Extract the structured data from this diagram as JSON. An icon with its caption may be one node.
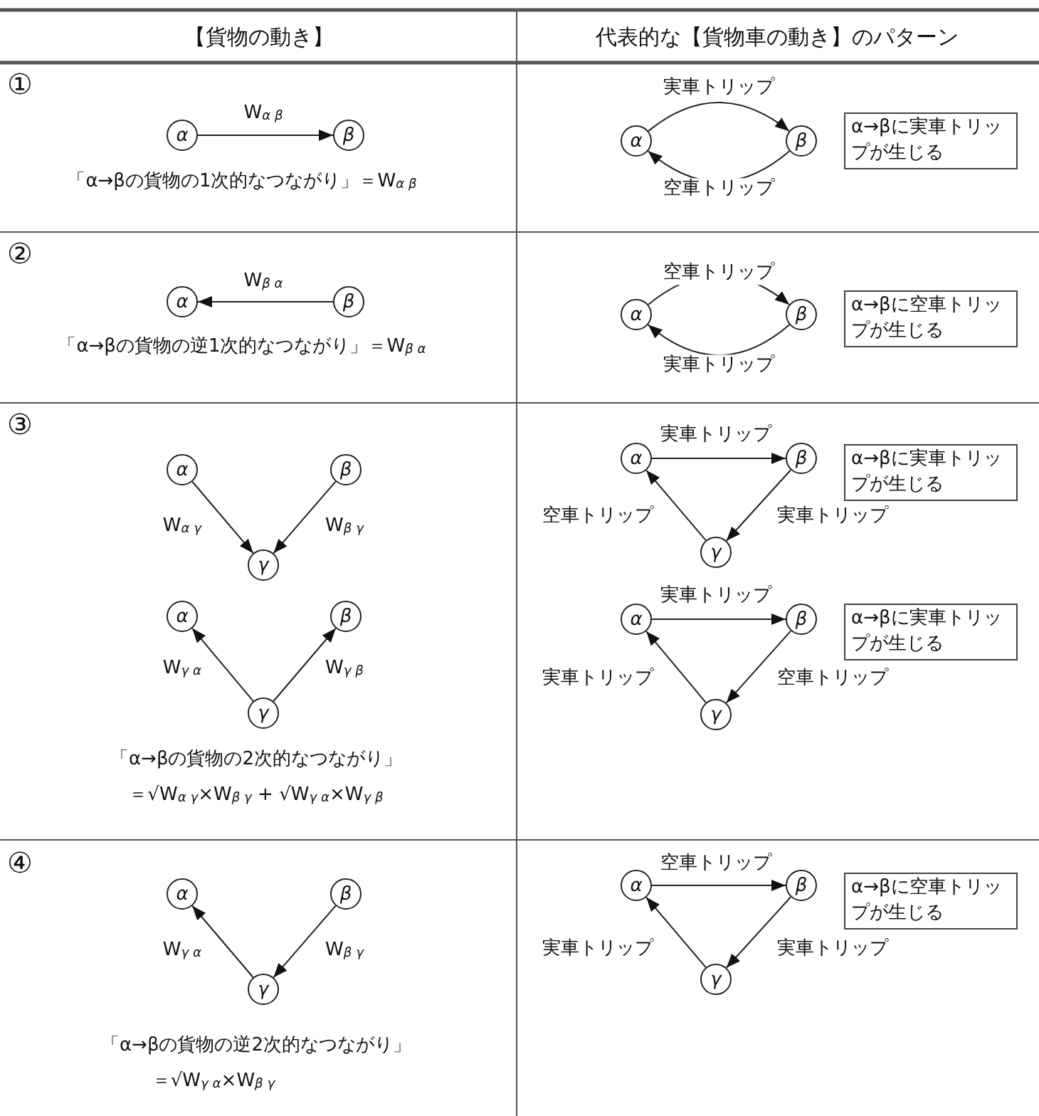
{
  "diagram": {
    "nodes": [
      {
        "text": [
          "α"
        ]
      },
      {
        "text": [
          "β"
        ]
      },
      {
        "text": [
          "α"
        ]
      },
      {
        "text": [
          "β"
        ]
      },
      {
        "text": [
          "α→βに実車トリップが生じる"
        ]
      },
      {
        "text": [
          "α"
        ]
      },
      {
        "text": [
          "β"
        ]
      },
      {
        "text": [
          "α"
        ]
      },
      {
        "text": [
          "β"
        ]
      },
      {
        "text": [
          "α→βに空車トリップが生じる"
        ]
      },
      {
        "text": [
          "α"
        ]
      },
      {
        "text": [
          "β"
        ]
      },
      {
        "text": [
          "γ"
        ]
      },
      {
        "text": [
          "α"
        ]
      },
      {
        "text": [
          "β"
        ]
      },
      {
        "text": [
          "γ"
        ]
      },
      {
        "text": [
          "α"
        ]
      },
      {
        "text": [
          "β"
        ]
      },
      {
        "text": [
          "γ"
        ]
      },
      {
        "text": [
          "α→βに実車トリップが生じる"
        ]
      },
      {
        "text": [
          "α"
        ]
      },
      {
        "text": [
          "β"
        ]
      },
      {
        "text": [
          "γ"
        ]
      },
      {
        "text": [
          "α→βに実車トリップが生じる"
        ]
      },
      {
        "text": [
          "α"
        ]
      },
      {
        "text": [
          "β"
        ]
      },
      {
        "text": [
          "γ"
        ]
      },
      {
        "text": [
          "α"
        ]
      },
      {
        "text": [
          "β"
        ]
      },
      {
        "text": [
          "γ"
        ]
      },
      {
        "text": [
          "α→βに空車トリップが生じる"
        ]
      }
    ],
    "edges": [
      {
        "from": 0,
        "to": 1,
        "arrow": "to",
        "label": "W$_{α β}$"
      },
      {
        "from": 2,
        "to": 3,
        "arrow": "to",
        "label": "実車トリップ"
      },
      {
        "from": 3,
        "to": 2,
        "arrow": "to",
        "label": "空車トリップ"
      },
      {
        "from": 6,
        "to": 5,
        "arrow": "to",
        "label": "W$_{β α}$"
      },
      {
        "from": 7,
        "to": 8,
        "arrow": "to",
        "label": "空車トリップ"
      },
      {
        "from": 8,
        "to": 7,
        "arrow": "to",
        "label": "実車トリップ"
      },
      {
        "from": 10,
        "to": 12,
        "arrow": "to",
        "label": "W$_{α γ}$"
      },
      {
        "from": 11,
        "to": 12,
        "arrow": "to",
        "label": "W$_{β γ}$"
      },
      {
        "from": 15,
        "to": 13,
        "arrow": "to",
        "label": "W$_{γ α}$"
      },
      {
        "from": 15,
        "to": 14,
        "arrow": "to",
        "label": "W$_{γ β}$"
      },
      {
        "from": 16,
        "to": 17,
        "arrow": "to",
        "label": "実車トリップ"
      },
      {
        "from": 18,
        "to": 16,
        "arrow": "to",
        "label": "空車トリップ"
      },
      {
        "from": 17,
        "to": 18,
        "arrow": "to",
        "label": "実車トリップ"
      },
      {
        "from": 20,
        "to": 21,
        "arrow": "to",
        "label": "実車トリップ"
      },
      {
        "from": 22,
        "to": 20,
        "arrow": "to",
        "label": "実車トリップ"
      },
      {
        "from": 21,
        "to": 22,
        "arrow": "to",
        "label": "空車トリップ"
      },
      {
        "from": 26,
        "to": 24,
        "arrow": "to",
        "label": "W$_{γ α}$"
      },
      {
        "from": 25,
        "to": 26,
        "arrow": "to",
        "label": "W$_{β γ}$"
      },
      {
        "from": 27,
        "to": 28,
        "arrow": "to",
        "label": "空車トリップ"
      },
      {
        "from": 29,
        "to": 27,
        "arrow": "to",
        "label": "実車トリップ"
      },
      {
        "from": 28,
        "to": 29,
        "arrow": "to",
        "label": "実車トリップ"
      }
    ],
    "labels": [
      "【貨物の動き】",
      "代表的な【貨物車の動き】のパターン",
      "①",
      "「α→βの貨物の1次的なつながり」＝W$_{α β}$",
      "②",
      "「α→βの貨物の逆1次的なつながり」＝W$_{β α}$",
      "③",
      "「α→βの貨物の2次的なつながり」",
      "＝√W$_{α γ}$×W$_{β γ}$ + √W$_{γ α}$×W$_{γ β}$",
      "④",
      "「α→βの貨物の逆2次的なつながり」",
      "＝√W$_{γ α}$×W$_{β γ}$"
    ]
  }
}
